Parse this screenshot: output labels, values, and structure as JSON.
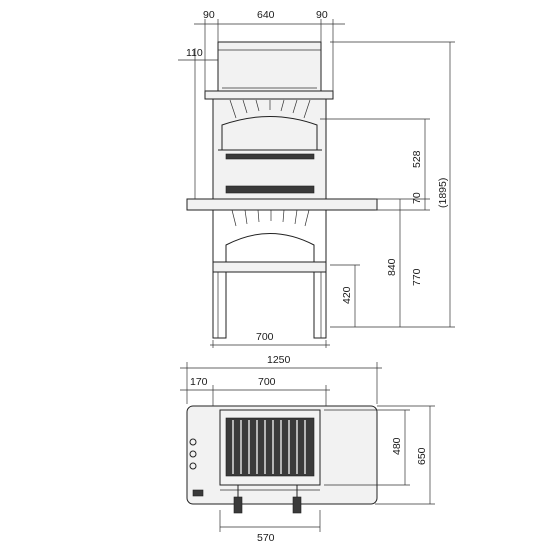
{
  "front_view": {
    "top_width": "640",
    "top_left_offset": "90",
    "top_right_offset": "90",
    "hood_overhang": "110",
    "base_width": "700",
    "grill_height": "528",
    "worktop_thickness": "70",
    "total_height": "(1895)",
    "worktop_height": "840",
    "base_height": "770",
    "shelf_height": "420"
  },
  "top_view": {
    "total_width": "1250",
    "left_offset": "170",
    "body_width": "700",
    "depth_inner": "480",
    "depth_total": "650",
    "grill_width": "570"
  }
}
